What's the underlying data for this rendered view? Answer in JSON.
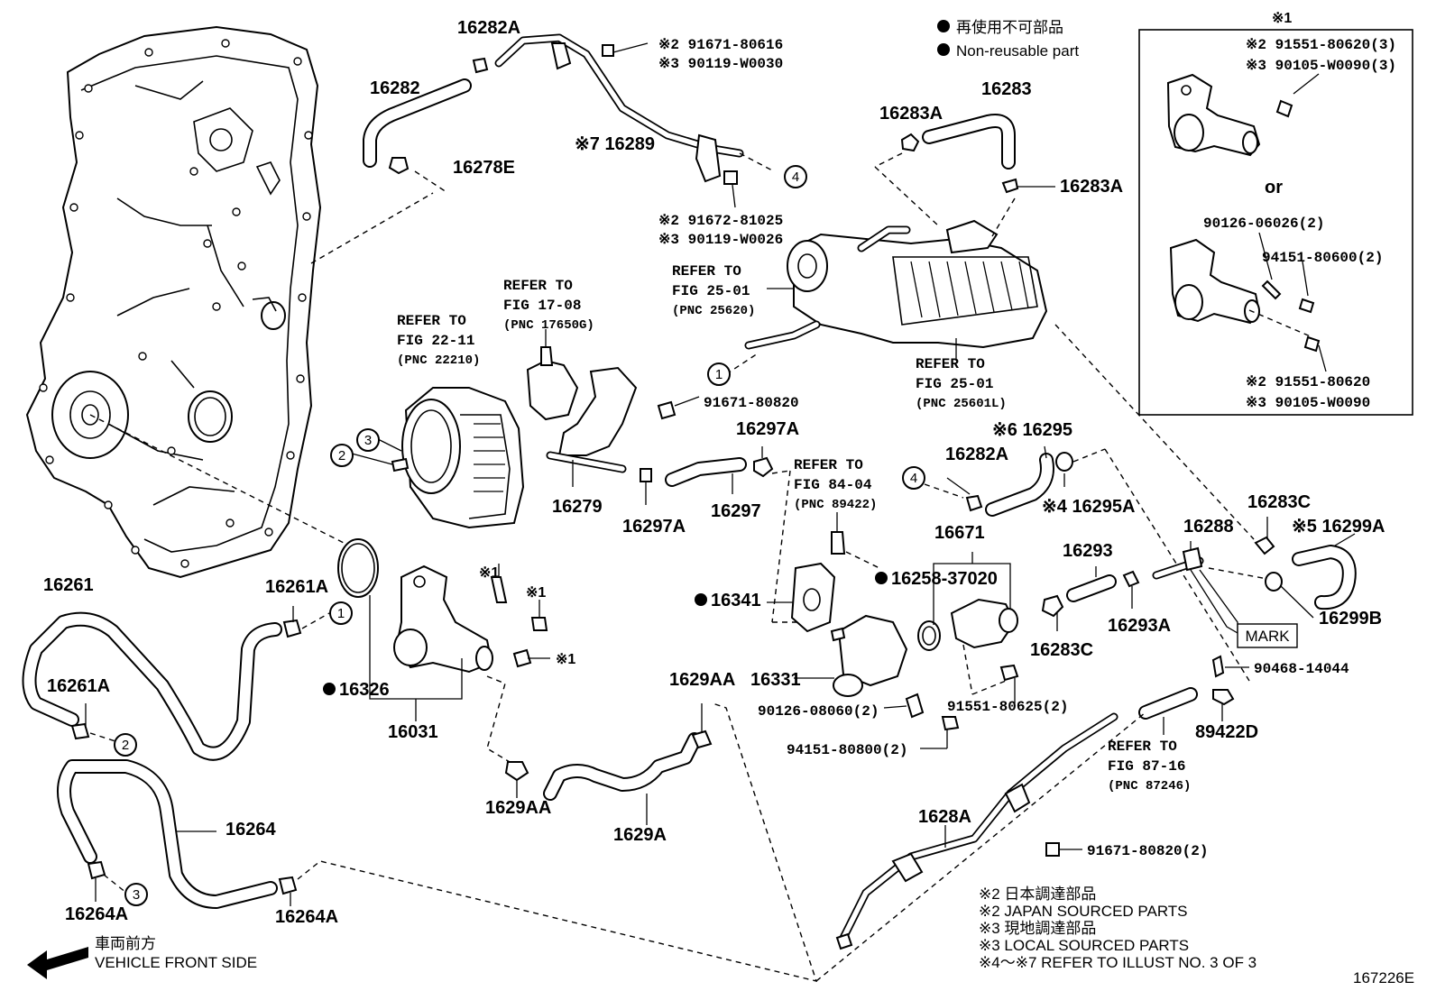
{
  "legend": {
    "non_reusable_jp": "再使用不可部品",
    "non_reusable_en": "Non-reusable part"
  },
  "inset": {
    "title": "※1",
    "top_line1": "※2 91551-80620(3)",
    "top_line2": "※3 90105-W0090(3)",
    "or": "or",
    "mid_bolt": "90126-06026(2)",
    "mid_nut": "94151-80600(2)",
    "bot_line1": "※2 91551-80620",
    "bot_line2": "※3 90105-W0090"
  },
  "callouts": {
    "c16282A": "16282A",
    "c16282": "16282",
    "c16278E": "16278E",
    "bolt_top1": "※2 91671-80616",
    "bolt_top2": "※3 90119-W0030",
    "c16289": "※7 16289",
    "bolt_mid1": "※2 91672-81025",
    "bolt_mid2": "※3 90119-W0026",
    "c16283": "16283",
    "c16283A_a": "16283A",
    "c16283A_b": "16283A",
    "c91671_80820": "91671-80820",
    "c16297A_a": "16297A",
    "c16279": "16279",
    "c16297A_b": "16297A",
    "c16297": "16297",
    "c16295": "※6 16295",
    "c16282A_b": "16282A",
    "c16295A": "※4 16295A",
    "c16671": "16671",
    "c16258": "16258-37020",
    "c16341": "16341",
    "c16293": "16293",
    "c16288": "16288",
    "c16283C_a": "16283C",
    "c16299A": "※5 16299A",
    "c16299B": "16299B",
    "mark": "MARK",
    "c16293A": "16293A",
    "c16283C_b": "16283C",
    "c90468": "90468-14044",
    "c89422D": "89422D",
    "c16331": "16331",
    "c90126_08060": "90126-08060(2)",
    "c94151_80800": "94151-80800(2)",
    "c91551_80625": "91551-80625(2)",
    "c16261": "16261",
    "c16261A_a": "16261A",
    "c16261A_b": "16261A",
    "c16326": "16326",
    "c16031": "16031",
    "c1629AA_a": "1629AA",
    "c1629AA_b": "1629AA",
    "c1629A": "1629A",
    "c16264": "16264",
    "c16264A_a": "16264A",
    "c16264A_b": "16264A",
    "c1628A": "1628A",
    "c91671_80820_2": "91671-80820(2)",
    "star1_a": "※1",
    "star1_b": "※1",
    "star1_c": "※1"
  },
  "refs": {
    "r1708": [
      "REFER TO",
      "FIG 17-08",
      "(PNC 17650G)"
    ],
    "r2211": [
      "REFER TO",
      "FIG 22-11",
      "(PNC 22210)"
    ],
    "r2501a": [
      "REFER TO",
      "FIG 25-01",
      "(PNC 25620)"
    ],
    "r2501b": [
      "REFER TO",
      "FIG 25-01",
      "(PNC 25601L)"
    ],
    "r8404": [
      "REFER TO",
      "FIG 84-04",
      "(PNC 89422)"
    ],
    "r8716": [
      "REFER TO",
      "FIG 87-16",
      "(PNC 87246)"
    ]
  },
  "circled": {
    "n1": "1",
    "n2": "2",
    "n3": "3",
    "n4": "4"
  },
  "footer_notes": [
    "※2  日本調達部品",
    "※2  JAPAN SOURCED PARTS",
    "※3  現地調達部品",
    "※3  LOCAL SOURCED PARTS",
    "※4～※7  REFER TO ILLUST NO. 3 OF 3"
  ],
  "direction": {
    "jp": "車両前方",
    "en": "VEHICLE FRONT SIDE"
  },
  "figure_id": "167226E"
}
